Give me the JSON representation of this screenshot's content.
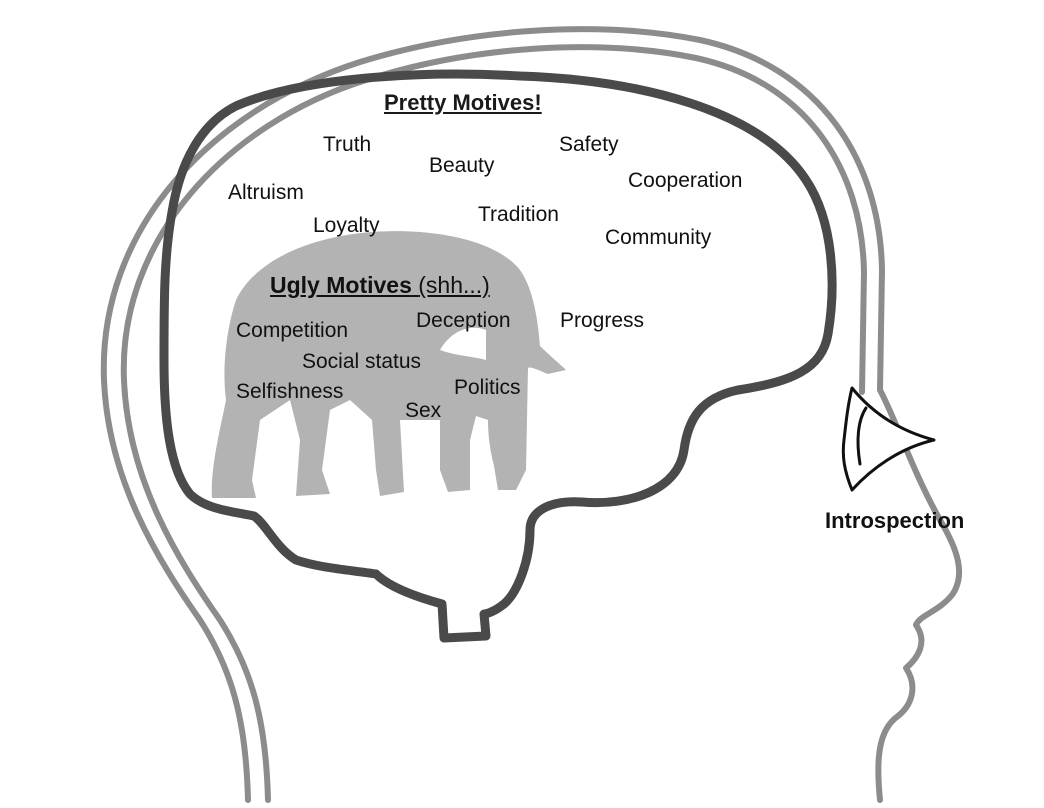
{
  "pretty": {
    "heading": "Pretty Motives!",
    "words": [
      "Truth",
      "Safety",
      "Beauty",
      "Cooperation",
      "Altruism",
      "Tradition",
      "Loyalty",
      "Community"
    ]
  },
  "ugly": {
    "heading_bold": "Ugly Motives",
    "heading_paren": "(shh...)",
    "words": [
      "Competition",
      "Deception",
      "Social status",
      "Selfishness",
      "Politics",
      "Sex"
    ]
  },
  "outside": {
    "progress": "Progress"
  },
  "eye": {
    "label": "Introspection"
  },
  "colors": {
    "head_outline": "#8c8c8c",
    "brain_outline": "#4a4a4a",
    "elephant": "#b3b3b3",
    "eye": "#111111"
  }
}
